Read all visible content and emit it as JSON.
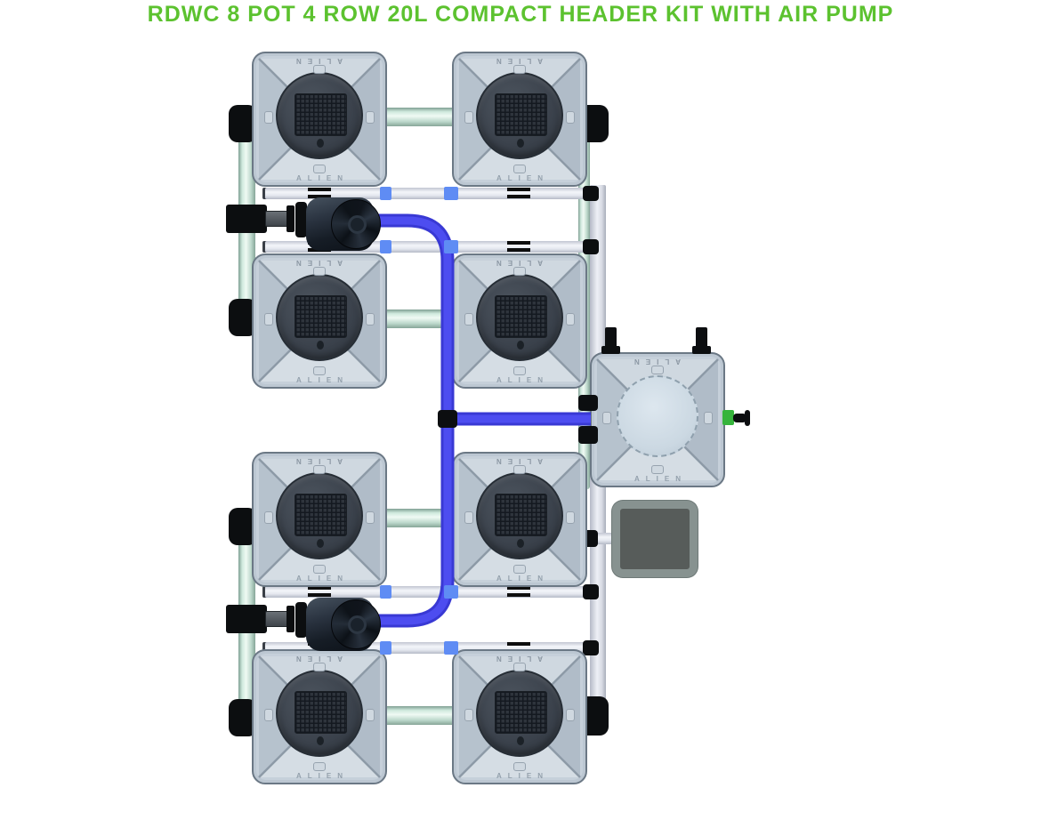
{
  "title": "RDWC 8 POT 4 ROW 20L COMPACT HEADER KIT WITH AIR PUMP",
  "brand": "ALIEN",
  "figure": {
    "pot_count": 8,
    "rows": 4,
    "columns": 2,
    "header_tank_count": 1,
    "air_pump_count": 1,
    "water_pump_count": 2
  },
  "colors": {
    "title_green": "#5cc22f",
    "tube_blue": "#4d4df0",
    "tube_blue_dark": "#3939d4",
    "clamp_blue": "#5f8cf4",
    "pipe_teal": "#cfe9dd",
    "pipe_white": "#eef0f6",
    "fitting_black": "#0c0e10",
    "pot_body": "#c6d0da",
    "pot_lid": "#3a414b",
    "header_lid": "#cbd8e2",
    "air_pump_frame": "#879290",
    "air_pump_body": "#575c5a",
    "green_fitting": "#36b43c"
  }
}
